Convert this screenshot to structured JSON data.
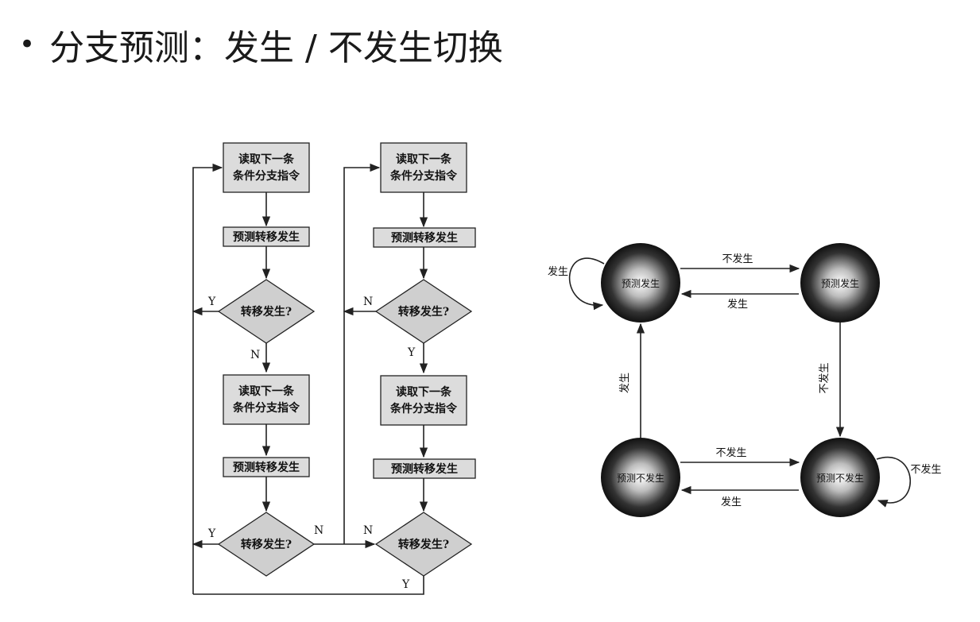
{
  "slide": {
    "bullet": "•",
    "title": "分支预测：发生 / 不发生切换"
  },
  "flowchart": {
    "read_line1": "读取下一条",
    "read_line2": "条件分支指令",
    "predict": "预测转移发生",
    "decision": "转移发生?",
    "yes": "Y",
    "no": "N"
  },
  "state_diagram": {
    "state_taken": "预测发生",
    "state_not_taken": "预测不发生",
    "edge_taken": "发生",
    "edge_not_taken": "不发生"
  }
}
